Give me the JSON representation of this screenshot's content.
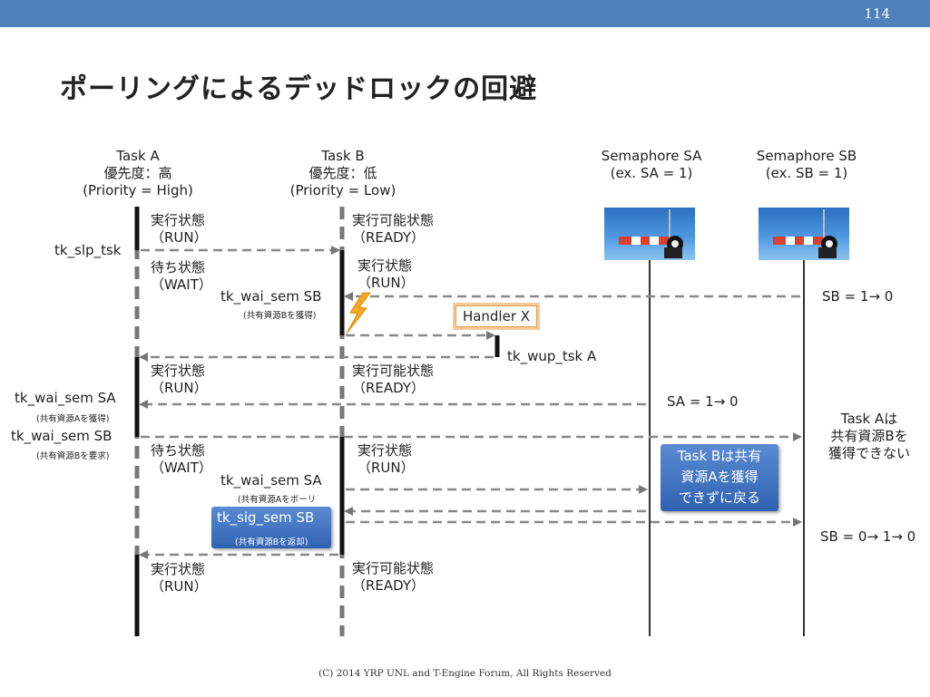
{
  "slide": {
    "page_number": "114",
    "title": "ポーリングによるデッドロックの回避",
    "footer": "(C) 2014 YRP UNL and T-Engine Forum, All Rights Reserved"
  },
  "headers": {
    "task_a": {
      "name": "Task A",
      "priority_jp": "優先度：高",
      "priority_en": "(Priority = High)"
    },
    "task_b": {
      "name": "Task B",
      "priority_jp": "優先度：低",
      "priority_en": "(Priority = Low)"
    },
    "sema_sa": {
      "name": "Semaphore SA",
      "init": "(ex. SA = 1)"
    },
    "sema_sb": {
      "name": "Semaphore SB",
      "init": "(ex. SB = 1)"
    }
  },
  "states": {
    "a_run_1": [
      "実行状態",
      "（RUN）"
    ],
    "a_wait_1": [
      "待ち状態",
      "（WAIT）"
    ],
    "a_run_2": [
      "実行状態",
      "（RUN）"
    ],
    "a_wait_2": [
      "待ち状態",
      "（WAIT）"
    ],
    "a_run_3": [
      "実行状態",
      "（RUN）"
    ],
    "b_ready_1": [
      "実行可能状態",
      "（READY）"
    ],
    "b_run_1": [
      "実行状態",
      "（RUN）"
    ],
    "b_ready_2": [
      "実行可能状態",
      "（READY）"
    ],
    "b_run_2": [
      "実行状態",
      "（RUN）"
    ],
    "b_ready_3": [
      "実行可能状態",
      "（READY）"
    ]
  },
  "calls": {
    "tk_slp_tsk": "tk_slp_tsk",
    "tk_wai_sem_sb_b": "tk_wai_sem SB",
    "tk_wai_sem_sb_b_note": "(共有資源Bを獲得)",
    "handler_x": "Handler X",
    "tk_wup_tsk_a": "tk_wup_tsk A",
    "tk_wai_sem_sa_a": "tk_wai_sem SA",
    "tk_wai_sem_sa_a_note": "(共有資源Aを獲得)",
    "tk_wai_sem_sb_a": "tk_wai_sem SB",
    "tk_wai_sem_sb_a_note": "(共有資源Bを要求)",
    "tk_wai_sem_sa_b": "tk_wai_sem SA",
    "tk_wai_sem_sa_b_note": "(共有資源Aをポーリ",
    "tk_sig_sem_sb": "tk_sig_sem SB",
    "tk_sig_sem_sb_note": "(共有資源Bを返却)"
  },
  "semaphore_values": {
    "sb_1": "SB = 1→ 0",
    "sa_1": "SA = 1→ 0",
    "sb_2": "SB = 0→ 1→ 0"
  },
  "notes": {
    "task_a_blocked": [
      "Task Aは",
      "共有資源Bを",
      "獲得できない"
    ],
    "task_b_returns": [
      "Task Bは共有",
      "資源Aを獲得",
      "できずに戻る"
    ]
  },
  "colors": {
    "header_bar": "#4f81bd",
    "note_box": "#2f62b2",
    "arrow": "#888888",
    "lifeline": "#111111",
    "handler_border": "#f7c89a"
  }
}
